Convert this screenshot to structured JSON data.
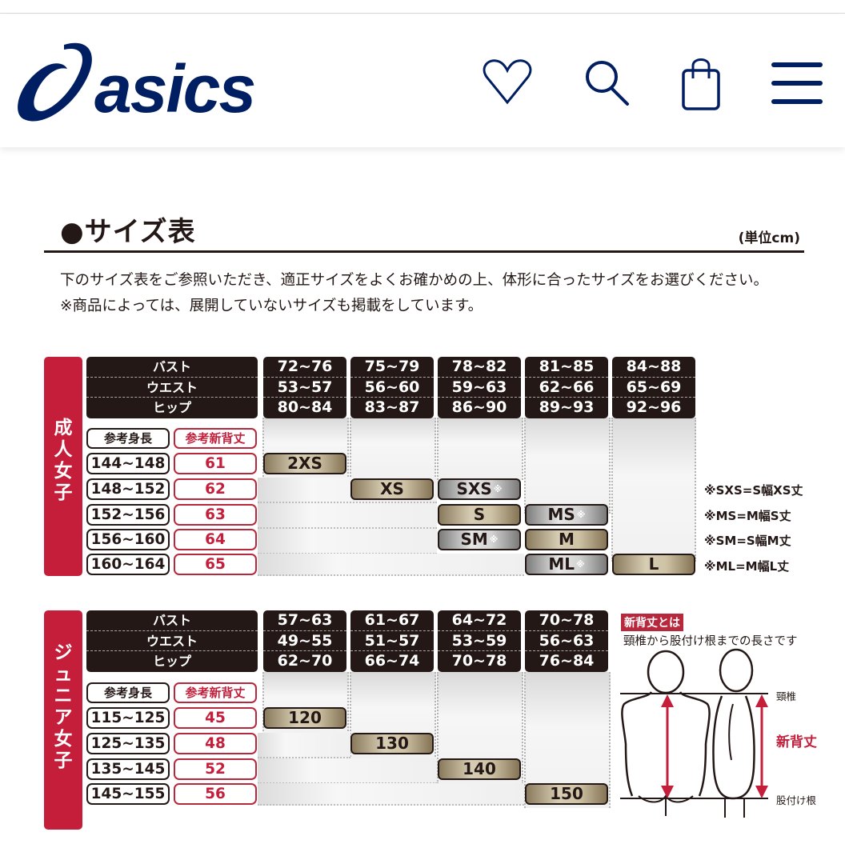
{
  "header": {
    "brand": "asics",
    "icons": [
      "heart-icon",
      "search-icon",
      "shopping-bag-icon",
      "menu-icon"
    ],
    "brand_color": "#001e62"
  },
  "section": {
    "title": "●サイズ表",
    "unit": "(単位cm)",
    "desc_line1": "下のサイズ表をご参照いただき、適正サイズをよくお確かめの上、体形に合ったサイズをお選びください。",
    "desc_line2": "※商品によっては、展開していないサイズも掲載をしています。"
  },
  "adult": {
    "group_label": [
      "成",
      "人",
      "女",
      "子"
    ],
    "measure_labels": [
      "バスト",
      "ウエスト",
      "ヒップ"
    ],
    "height_header": "参考身長",
    "back_header": "参考新背丈",
    "columns": [
      {
        "bust": "72~76",
        "waist": "53~57",
        "hip": "80~84"
      },
      {
        "bust": "75~79",
        "waist": "56~60",
        "hip": "83~87"
      },
      {
        "bust": "78~82",
        "waist": "59~63",
        "hip": "86~90"
      },
      {
        "bust": "81~85",
        "waist": "62~66",
        "hip": "89~93"
      },
      {
        "bust": "84~88",
        "waist": "65~69",
        "hip": "92~96"
      }
    ],
    "rows": [
      {
        "height": "144~148",
        "back": "61"
      },
      {
        "height": "148~152",
        "back": "62"
      },
      {
        "height": "152~156",
        "back": "63"
      },
      {
        "height": "156~160",
        "back": "64"
      },
      {
        "height": "160~164",
        "back": "65"
      }
    ],
    "sizes": {
      "s2xs": "2XS",
      "xs": "XS",
      "sxs": "SXS",
      "s": "S",
      "ms": "MS",
      "sm": "SM",
      "m": "M",
      "ml": "ML",
      "l": "L",
      "mark": "※"
    },
    "notes": [
      "※SXS=S幅XS丈",
      "※MS=M幅S丈",
      "※SM=S幅M丈",
      "※ML=M幅L丈"
    ]
  },
  "junior": {
    "group_label": [
      "ジ",
      "ュ",
      "ニ",
      "ア",
      "女",
      "子"
    ],
    "measure_labels": [
      "バスト",
      "ウエスト",
      "ヒップ"
    ],
    "height_header": "参考身長",
    "back_header": "参考新背丈",
    "columns": [
      {
        "bust": "57~63",
        "waist": "49~55",
        "hip": "62~70"
      },
      {
        "bust": "61~67",
        "waist": "51~57",
        "hip": "66~74"
      },
      {
        "bust": "64~72",
        "waist": "53~59",
        "hip": "70~78"
      },
      {
        "bust": "70~78",
        "waist": "56~63",
        "hip": "76~84"
      }
    ],
    "rows": [
      {
        "height": "115~125",
        "back": "45"
      },
      {
        "height": "125~135",
        "back": "48"
      },
      {
        "height": "135~145",
        "back": "52"
      },
      {
        "height": "145~155",
        "back": "56"
      }
    ],
    "sizes": [
      "120",
      "130",
      "140",
      "150"
    ]
  },
  "diagram": {
    "tag": "新背丈とは",
    "desc": "頸椎から股付け根までの長さです",
    "label_top": "頸椎",
    "label_mid": "新背丈",
    "label_bottom": "股付け根"
  }
}
